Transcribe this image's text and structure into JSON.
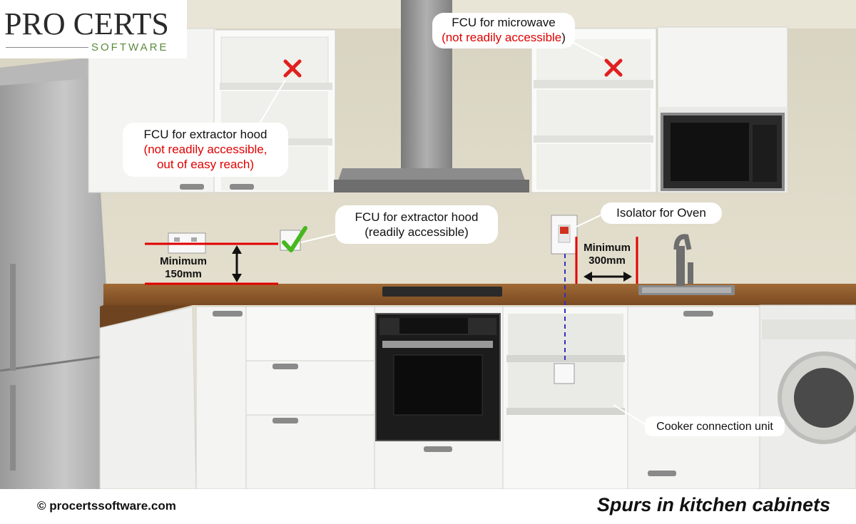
{
  "logo": {
    "line1": "PRO CERTS",
    "line2": "SOFTWARE"
  },
  "callouts": {
    "fcu_microwave": {
      "line1": "FCU for microwave",
      "line2": "(not readily accessible",
      "line2_tail": ")"
    },
    "fcu_hood_upper": {
      "line1": "FCU for extractor hood",
      "line2": "(not readily accessible,",
      "line3": "out of easy reach)"
    },
    "fcu_hood_lower": {
      "line1": "FCU for extractor hood",
      "line2": "(readily accessible)"
    },
    "isolator": {
      "text": "Isolator for Oven"
    },
    "cooker": {
      "text": "Cooker connection unit"
    }
  },
  "dimensions": {
    "min150": {
      "line1": "Minimum",
      "line2": "150mm"
    },
    "min300": {
      "line1": "Minimum",
      "line2": "300mm"
    }
  },
  "footer": {
    "copyright": "© procertssoftware.com",
    "caption": "Spurs in kitchen cabinets"
  },
  "colors": {
    "accent_red": "#e00000",
    "check_green": "#46b81e",
    "cross_red": "#e02020",
    "counter_wood": "#8a5a2e",
    "wall": "#e4dfcd"
  },
  "icons": {
    "cross": "cross-icon",
    "check": "check-icon"
  }
}
